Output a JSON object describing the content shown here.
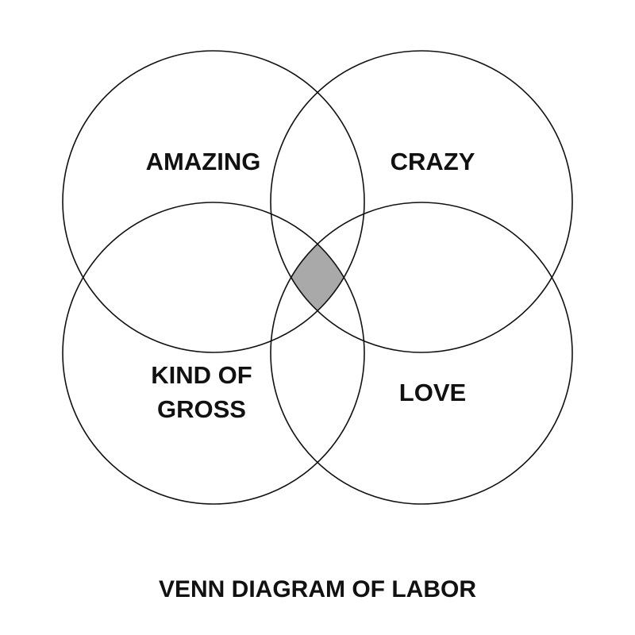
{
  "diagram": {
    "sets": [
      {
        "label_lines": [
          "AMAZING"
        ]
      },
      {
        "label_lines": [
          "CRAZY"
        ]
      },
      {
        "label_lines": [
          "KIND OF",
          "GROSS"
        ]
      },
      {
        "label_lines": [
          "LOVE"
        ]
      }
    ],
    "caption": "VENN DIAGRAM OF LABOR",
    "colors": {
      "stroke": "#111111",
      "intersection_fill": "#a9a9a9",
      "background": "#ffffff"
    }
  }
}
